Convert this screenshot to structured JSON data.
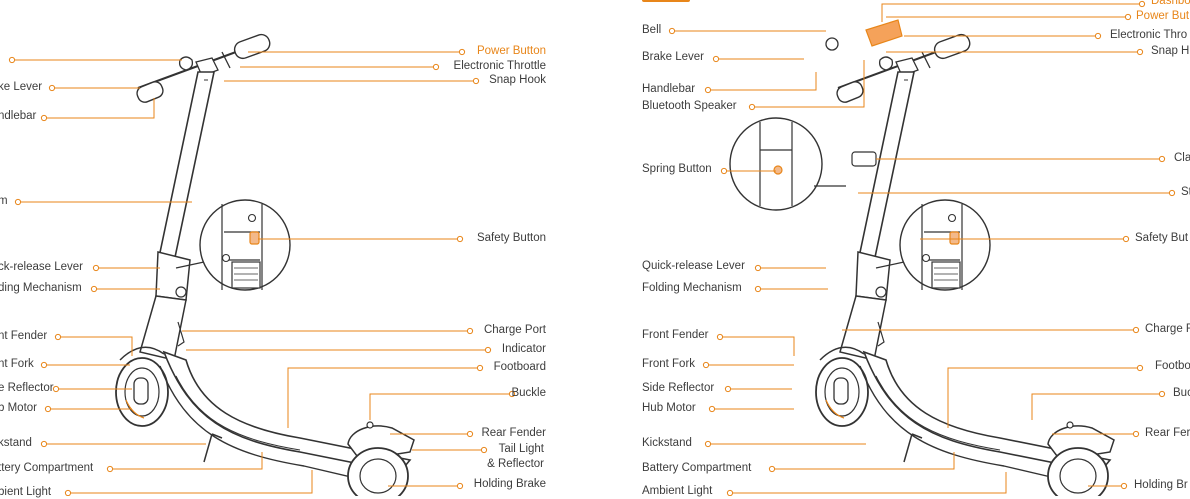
{
  "colors": {
    "accent": "#e8861a",
    "line": "#333333",
    "leader": "#e8861a",
    "text": "#3d3d3d"
  },
  "left_panel": {
    "labels": {
      "brake_lever": "ke Lever",
      "handlebar": "ndlebar",
      "stem": "m",
      "quick_release_lever": "ck-release Lever",
      "folding_mechanism": "ding Mechanism",
      "front_fender": "nt Fender",
      "front_fork": "nt Fork",
      "side_reflector": "e Reflector",
      "hub_motor": "b Motor",
      "kickstand": "kstand",
      "battery_compartment": "ttery Compartment",
      "ambient_light": "bient Light",
      "power_button": "Power Button",
      "electronic_throttle": "Electronic Throttle",
      "snap_hook": "Snap Hook",
      "safety_button": "Safety Button",
      "charge_port": "Charge Port",
      "indicator": "Indicator",
      "footboard": "Footboard",
      "buckle": "Buckle",
      "rear_fender": "Rear Fender",
      "tail_light_1": "Tail Light",
      "tail_light_2": "& Reflector",
      "holding_brake": "Holding Brake"
    }
  },
  "right_panel": {
    "labels": {
      "bell": "Bell",
      "brake_lever": "Brake Lever",
      "handlebar": "Handlebar",
      "bluetooth_speaker": "Bluetooth Speaker",
      "spring_button": "Spring Button",
      "quick_release_lever": "Quick-release Lever",
      "folding_mechanism": "Folding Mechanism",
      "front_fender": "Front Fender",
      "front_fork": "Front Fork",
      "side_reflector": "Side Reflector",
      "hub_motor": "Hub Motor",
      "kickstand": "Kickstand",
      "battery_compartment": "Battery Compartment",
      "ambient_light": "Ambient Light",
      "dashboard": "Dashbo",
      "power_button": "Power But",
      "electronic_throttle": "Electronic Thro",
      "snap_hook": "Snap H",
      "clamp": "Cla",
      "stem": "St",
      "safety_button": "Safety But",
      "charge_port": "Charge F",
      "footboard": "Footbo",
      "buckle": "Buc",
      "rear_fender": "Rear Fer",
      "holding_brake": "Holding Br"
    }
  }
}
